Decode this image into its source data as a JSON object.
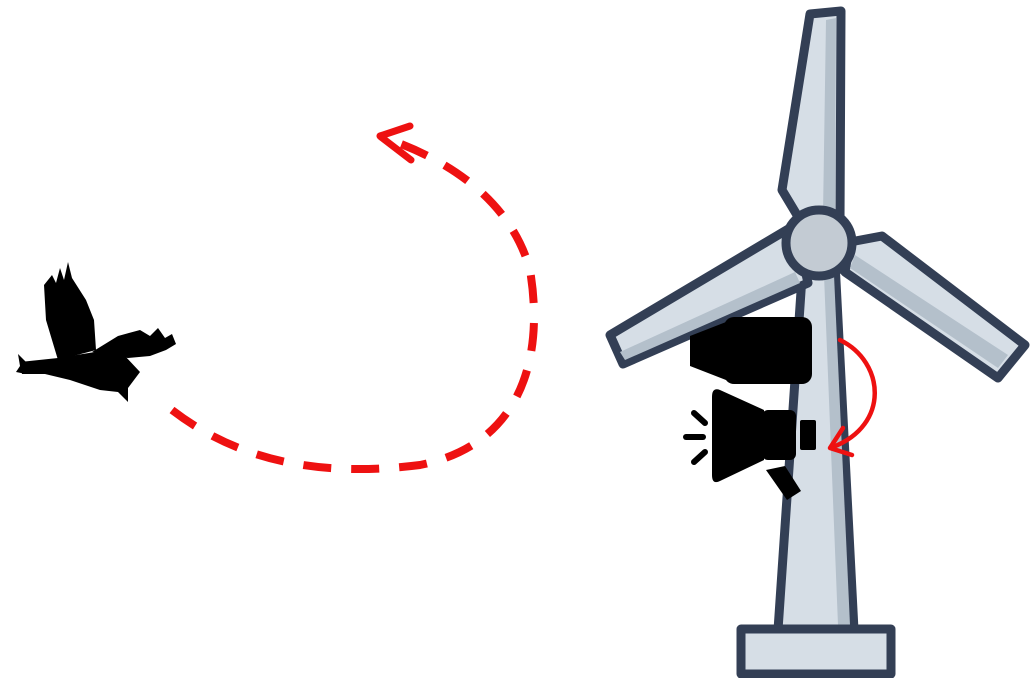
{
  "diagram": {
    "background": "#ffffff",
    "colors": {
      "turbine_fill": "#d6dee6",
      "turbine_shade": "#b4c0cb",
      "turbine_outline": "#333f55",
      "hub_fill": "#c3cbd3",
      "arrow_red": "#ee1111",
      "silhouette": "#000000"
    },
    "elements": {
      "bird": {
        "icon": "bird-silhouette"
      },
      "flight_path": {
        "style": "dashed",
        "direction": "loop-away-from-turbine"
      },
      "turbine": {
        "icon": "wind-turbine",
        "blades": 3
      },
      "camera": {
        "icon": "video-camera"
      },
      "speaker": {
        "icon": "loudspeaker"
      },
      "trigger_arrow": {
        "from": "camera",
        "to": "speaker"
      }
    }
  }
}
